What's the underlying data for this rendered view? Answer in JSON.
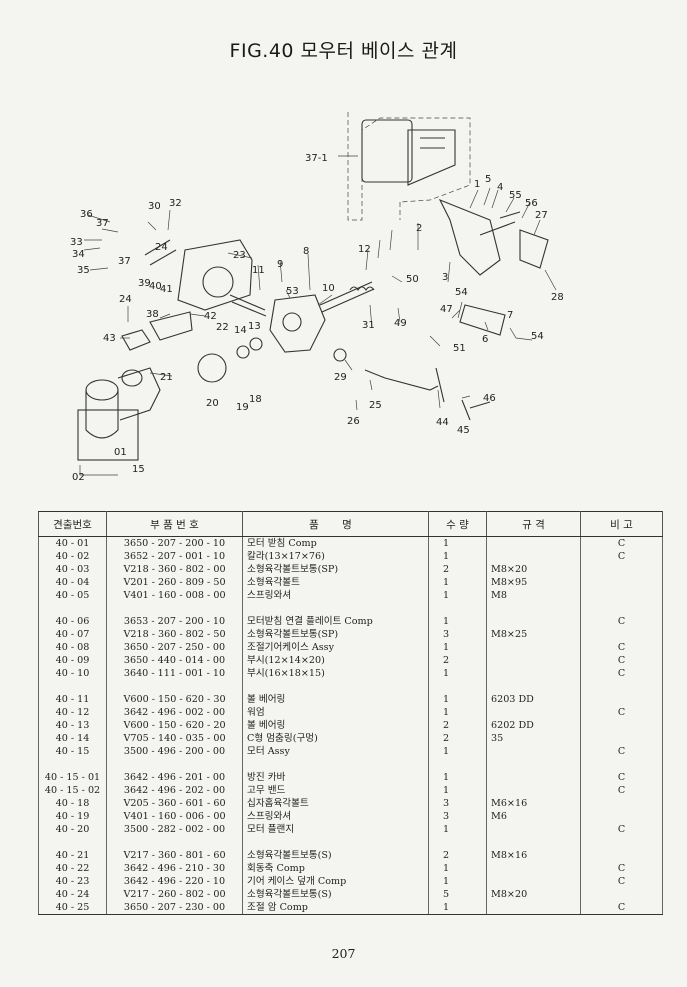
{
  "title": "FIG.40 모우터 베이스 관계",
  "callouts": [
    "1",
    "2",
    "3",
    "4",
    "5",
    "6",
    "7",
    "8",
    "9",
    "10",
    "11",
    "12",
    "13",
    "14",
    "15",
    "18",
    "19",
    "20",
    "21",
    "22",
    "23",
    "24",
    "24",
    "25",
    "26",
    "27",
    "28",
    "29",
    "30",
    "31",
    "32",
    "33",
    "34",
    "35",
    "36",
    "37",
    "37",
    "38",
    "39",
    "40",
    "41",
    "42",
    "43",
    "44",
    "45",
    "46",
    "47",
    "49",
    "50",
    "51",
    "53",
    "54",
    "54",
    "55",
    "56",
    "37-1",
    "01",
    "02"
  ],
  "table": {
    "headers": [
      "견출번호",
      "부 품 번 호",
      "품 명",
      "수 량",
      "규 격",
      "비 고"
    ],
    "rows": [
      [
        "40 - 01",
        "3650 - 207 - 200 - 10",
        "모터 받침 Comp",
        "1",
        "",
        "C"
      ],
      [
        "40 - 02",
        "3652 - 207 - 001 - 10",
        "칼라(13×17×76)",
        "1",
        "",
        "C"
      ],
      [
        "40 - 03",
        "V218 - 360 - 802 - 00",
        "소형육각볼트보통(SP)",
        "2",
        "M8×20",
        ""
      ],
      [
        "40 - 04",
        "V201 - 260 - 809 - 50",
        "소형육각볼트",
        "1",
        "M8×95",
        ""
      ],
      [
        "40 - 05",
        "V401 - 160 - 008 - 00",
        "스프링와셔",
        "1",
        "M8",
        ""
      ],
      [
        "",
        "",
        "",
        "",
        "",
        ""
      ],
      [
        "40 - 06",
        "3653 - 207 - 200 - 10",
        "모터받침 연결 플레이트 Comp",
        "1",
        "",
        "C"
      ],
      [
        "40 - 07",
        "V218 - 360 - 802 - 50",
        "소형육각볼트보통(SP)",
        "3",
        "M8×25",
        ""
      ],
      [
        "40 - 08",
        "3650 - 207 - 250 - 00",
        "조절기어케이스 Assy",
        "1",
        "",
        "C"
      ],
      [
        "40 - 09",
        "3650 - 440 - 014 - 00",
        "부시(12×14×20)",
        "2",
        "",
        "C"
      ],
      [
        "40 - 10",
        "3640 - 111 - 001 - 10",
        "부시(16×18×15)",
        "1",
        "",
        "C"
      ],
      [
        "",
        "",
        "",
        "",
        "",
        ""
      ],
      [
        "40 - 11",
        "V600 - 150 - 620 - 30",
        "볼 베어링",
        "1",
        "6203 DD",
        ""
      ],
      [
        "40 - 12",
        "3642 - 496 - 002 - 00",
        "워엄",
        "1",
        "",
        "C"
      ],
      [
        "40 - 13",
        "V600 - 150 - 620 - 20",
        "볼 베어링",
        "2",
        "6202 DD",
        ""
      ],
      [
        "40 - 14",
        "V705 - 140 - 035 - 00",
        "C형 멈춤링(구멍)",
        "2",
        "35",
        ""
      ],
      [
        "40 - 15",
        "3500 - 496 - 200 - 00",
        "모터 Assy",
        "1",
        "",
        "C"
      ],
      [
        "",
        "",
        "",
        "",
        "",
        ""
      ],
      [
        "40 - 15 - 01",
        "3642 - 496 - 201 - 00",
        "방진 카바",
        "1",
        "",
        "C"
      ],
      [
        "40 - 15 - 02",
        "3642 - 496 - 202 - 00",
        "고무 밴드",
        "1",
        "",
        "C"
      ],
      [
        "40 - 18",
        "V205 - 360 - 601 - 60",
        "십자홈육각볼트",
        "3",
        "M6×16",
        ""
      ],
      [
        "40 - 19",
        "V401 - 160 - 006 - 00",
        "스프링와셔",
        "3",
        "M6",
        ""
      ],
      [
        "40 - 20",
        "3500 - 282 - 002 - 00",
        "모터 플랜지",
        "1",
        "",
        "C"
      ],
      [
        "",
        "",
        "",
        "",
        "",
        ""
      ],
      [
        "40 - 21",
        "V217 - 360 - 801 - 60",
        "소형육각볼트보통(S)",
        "2",
        "M8×16",
        ""
      ],
      [
        "40 - 22",
        "3642 - 496 - 210 - 30",
        "회동축 Comp",
        "1",
        "",
        "C"
      ],
      [
        "40 - 23",
        "3642 - 496 - 220 - 10",
        "기어 케이스 덮개 Comp",
        "1",
        "",
        "C"
      ],
      [
        "40 - 24",
        "V217 - 260 - 802 - 00",
        "소형육각볼트보통(S)",
        "5",
        "M8×20",
        ""
      ],
      [
        "40 - 25",
        "3650 - 207 - 230 - 00",
        "조절 암 Comp",
        "1",
        "",
        "C"
      ]
    ]
  },
  "page_number": "207"
}
